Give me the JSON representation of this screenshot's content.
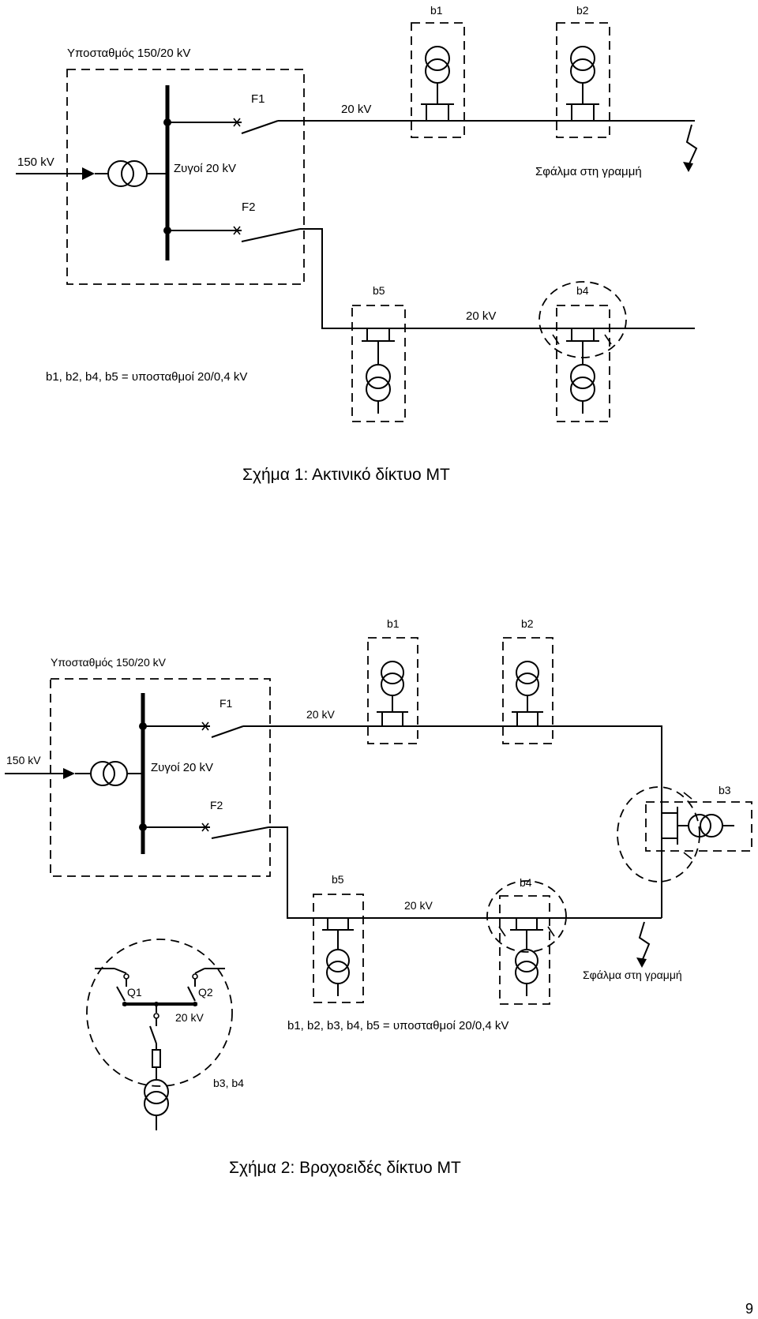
{
  "figure1": {
    "substation_label": "Υποσταθμός 150/20 kV",
    "source_voltage": "150 kV",
    "busbar_label": "Ζυγοί 20 kV",
    "feeder1": "F1",
    "feeder2": "F2",
    "line_voltage_top": "20 kV",
    "line_voltage_bottom": "20 kV",
    "fault_label": "Σφάλμα στη γραμμή",
    "stations": [
      "b1",
      "b2",
      "b5",
      "b4"
    ],
    "legend": "b1, b2, b4, b5 = υποσταθμοί 20/0,4 kV",
    "caption": "Σχήμα 1: Ακτινικό δίκτυο ΜΤ"
  },
  "figure2": {
    "substation_label": "Υποσταθμός 150/20 kV",
    "source_voltage": "150 kV",
    "busbar_label": "Ζυγοί 20 kV",
    "feeder1": "F1",
    "feeder2": "F2",
    "line_voltage_top": "20 kV",
    "line_voltage_bottom": "20 kV",
    "fault_label": "Σφάλμα στη γραμμή",
    "stations": [
      "b1",
      "b2",
      "b3",
      "b5",
      "b4"
    ],
    "legend": "b1, b2, b3, b4, b5 = υποσταθμοί 20/0,4 kV",
    "detail": {
      "switch1": "Q1",
      "switch2": "Q2",
      "bus_voltage": "20 kV",
      "applies_to": "b3, b4"
    },
    "caption": "Σχήμα 2: Βροχοειδές δίκτυο ΜΤ"
  },
  "page_number": "9"
}
